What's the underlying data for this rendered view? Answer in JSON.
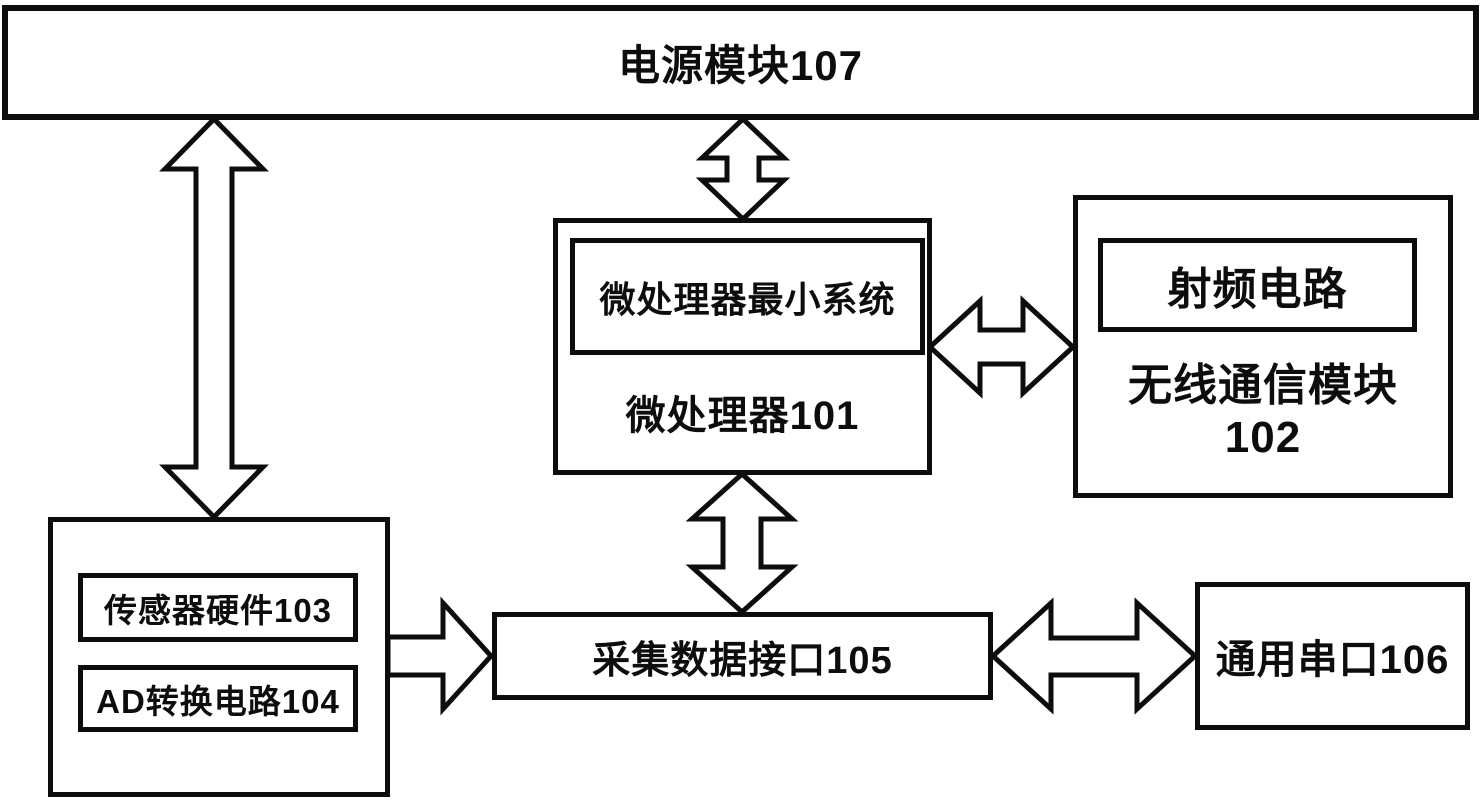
{
  "diagram": {
    "background_color": "#ffffff",
    "line_color": "#0d0d0d",
    "blocks": {
      "power": {
        "label": "电源模块107"
      },
      "microprocessor": {
        "inner_label": "微处理器最小系统",
        "label": "微处理器101"
      },
      "wireless": {
        "inner_label": "射频电路",
        "label": "无线通信模块",
        "number": "102"
      },
      "sensor_group": {
        "sensor_label": "传感器硬件103",
        "ad_label": "AD转换电路104"
      },
      "data_interface": {
        "label": "采集数据接口105"
      },
      "serial_port": {
        "label": "通用串口106"
      }
    },
    "arrows": [
      {
        "name": "arrow-power-sensor",
        "style": "double-headed",
        "direction": "vertical"
      },
      {
        "name": "arrow-power-micro",
        "style": "double-headed",
        "direction": "vertical"
      },
      {
        "name": "arrow-micro-wireless",
        "style": "double-headed",
        "direction": "horizontal"
      },
      {
        "name": "arrow-micro-data",
        "style": "double-headed",
        "direction": "vertical"
      },
      {
        "name": "arrow-sensor-data",
        "style": "single-headed",
        "direction": "right"
      },
      {
        "name": "arrow-data-serial",
        "style": "double-headed",
        "direction": "horizontal"
      }
    ]
  }
}
